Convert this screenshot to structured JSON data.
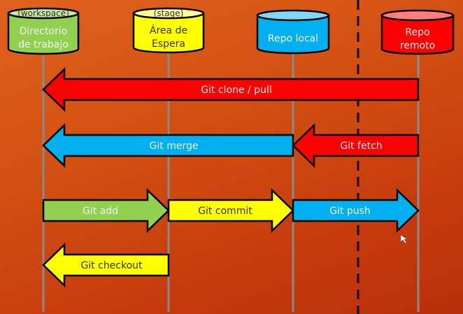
{
  "diagram": {
    "title": "Git workflow",
    "colors": {
      "background": "#d04a12",
      "lifeline": "#8a8a8a",
      "green": "#92d050",
      "green_top": "#c6e8a4",
      "yellow": "#ffff00",
      "yellow_top": "#ffff99",
      "blue": "#00b0f0",
      "blue_top": "#7fd8f8",
      "red": "#ff0000",
      "red_top": "#ff7f7f",
      "outline": "#000000",
      "text_light": "#f2f2f2",
      "text_dark": "#333300"
    },
    "nodes": [
      {
        "id": "workspace",
        "tag": "(workspace)",
        "label_lines": [
          "Directorio",
          "de trabajo"
        ],
        "color": "green"
      },
      {
        "id": "stage",
        "tag": "(stage)",
        "label_lines": [
          "Área de",
          "Espera"
        ],
        "color": "yellow"
      },
      {
        "id": "local",
        "tag": "",
        "label_lines": [
          "Repo local"
        ],
        "color": "blue"
      },
      {
        "id": "remote",
        "tag": "",
        "label_lines": [
          "Repo",
          "remoto"
        ],
        "color": "red"
      }
    ],
    "boundary": "dashed line between local and remote repositories",
    "arrows": [
      {
        "id": "clone-pull",
        "label": "Git clone / pull",
        "from": "remote",
        "to": "workspace",
        "color": "red",
        "row": 0
      },
      {
        "id": "merge",
        "label": "Git merge",
        "from": "local",
        "to": "workspace",
        "color": "blue",
        "row": 1
      },
      {
        "id": "fetch",
        "label": "Git fetch",
        "from": "remote",
        "to": "local",
        "color": "red",
        "row": 1
      },
      {
        "id": "add",
        "label": "Git add",
        "from": "workspace",
        "to": "stage",
        "color": "green",
        "row": 2
      },
      {
        "id": "commit",
        "label": "Git commit",
        "from": "stage",
        "to": "local",
        "color": "yellow",
        "row": 2
      },
      {
        "id": "push",
        "label": "Git push",
        "from": "local",
        "to": "remote",
        "color": "blue",
        "row": 2
      },
      {
        "id": "checkout",
        "label": "Git checkout",
        "from": "stage",
        "to": "workspace",
        "color": "yellow",
        "row": 3
      }
    ]
  }
}
